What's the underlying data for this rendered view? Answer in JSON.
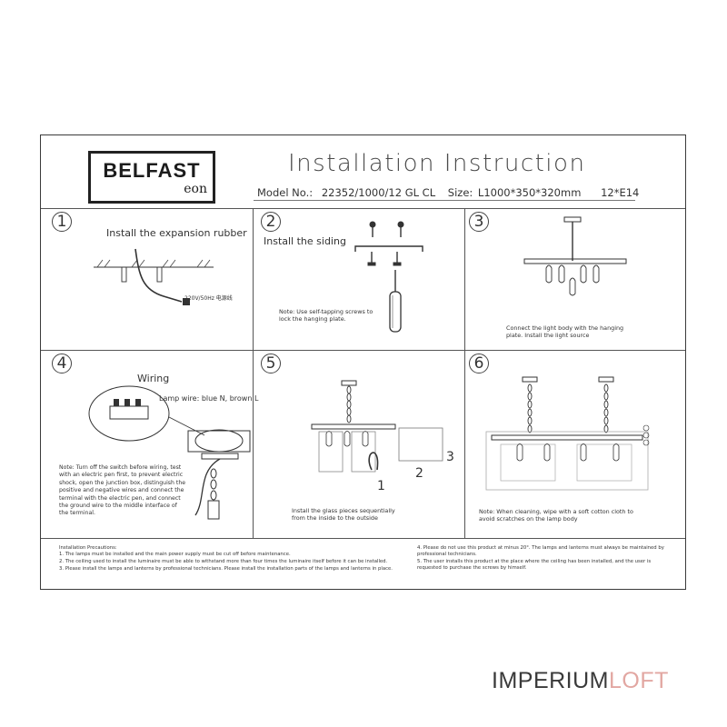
{
  "logo": {
    "brand": "BELFAST",
    "sub": "eon"
  },
  "header": {
    "title": "Installation Instruction",
    "model_label": "Model No.:",
    "model_value": "22352/1000/12 GL CL",
    "size_label": "Size:",
    "size_value": "L1000*350*320mm",
    "bulbs": "12*E14"
  },
  "steps": [
    {
      "num": "1",
      "label": "Install the expansion rubber",
      "extra": "220V/50Hz 电源线"
    },
    {
      "num": "2",
      "label": "Install the siding",
      "note": "Note: Use self-tapping screws to lock the hanging plate."
    },
    {
      "num": "3",
      "note": "Connect the light body with the hanging plate. Install the light source"
    },
    {
      "num": "4",
      "label": "Wiring",
      "extra": "Lamp wire: blue N, brown L",
      "note": "Note: Turn off the switch before wiring, test with an electric pen first, to prevent electric shock, open the junction box, distinguish the positive and negative wires and connect the terminal with the electric pen, and connect the ground wire to the middle interface of the terminal."
    },
    {
      "num": "5",
      "note": "Install the glass pieces sequentially from the inside to the outside",
      "marks": [
        "1",
        "2",
        "3"
      ]
    },
    {
      "num": "6",
      "note": "Note: When cleaning, wipe with a soft cotton cloth to avoid scratches on the lamp body"
    }
  ],
  "precautions": {
    "heading": "Installation Precautions:",
    "left": [
      "1. The lamps must be installed and the main power supply must be cut off before maintenance.",
      "2. The ceiling used to install the luminaire must be able to withstand more than four times the luminaire itself before it can be installed.",
      "3. Please install the lamps and lanterns by professional technicians. Please install the installation parts of the lamps and lanterns in place."
    ],
    "right": [
      "4. Please do not use this product at minus 20°. The lamps and lanterns must always be maintained by professional technicians.",
      "5. The user installs this product at the place where the ceiling has been installed, and the user is requested to purchase the screws by himself."
    ]
  },
  "watermark": {
    "part1": "IMPERIUM",
    "part2": "LOFT"
  },
  "colors": {
    "ink": "#333333",
    "watermark_gray": "#3a3a3a",
    "watermark_pink": "#e2a7a2"
  }
}
